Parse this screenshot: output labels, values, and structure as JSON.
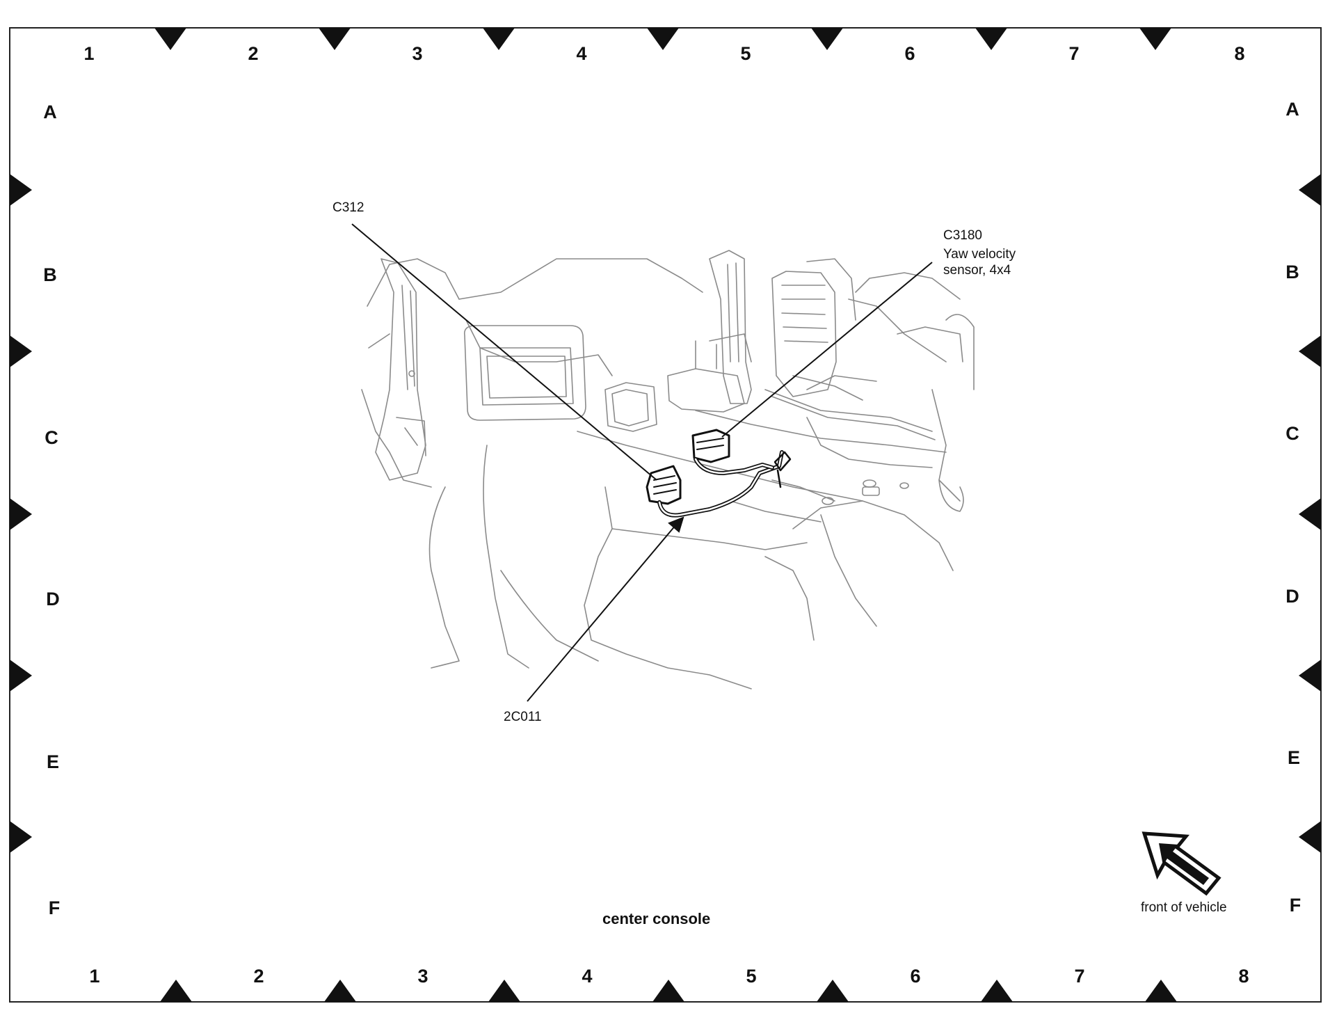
{
  "grid": {
    "top_numbers": [
      "1",
      "2",
      "3",
      "4",
      "5",
      "6",
      "7",
      "8"
    ],
    "bottom_numbers": [
      "1",
      "2",
      "3",
      "4",
      "5",
      "6",
      "7",
      "8"
    ],
    "left_letters": [
      "A",
      "B",
      "C",
      "D",
      "E",
      "F"
    ],
    "right_letters": [
      "A",
      "B",
      "C",
      "D",
      "E",
      "F"
    ]
  },
  "callouts": {
    "c312": "C312",
    "c3180_id": "C3180",
    "c3180_desc_line1": "Yaw velocity",
    "c3180_desc_line2": "sensor, 4x4",
    "c2c011": "2C011"
  },
  "caption": "center console",
  "orientation_note": "front of vehicle",
  "icons": {
    "orientation": "front-of-vehicle-arrow-icon",
    "grid_markers": "triangle-marker-icon"
  },
  "colors": {
    "ink": "#111111",
    "paper": "#ffffff",
    "linework": "#8a8a8a"
  }
}
